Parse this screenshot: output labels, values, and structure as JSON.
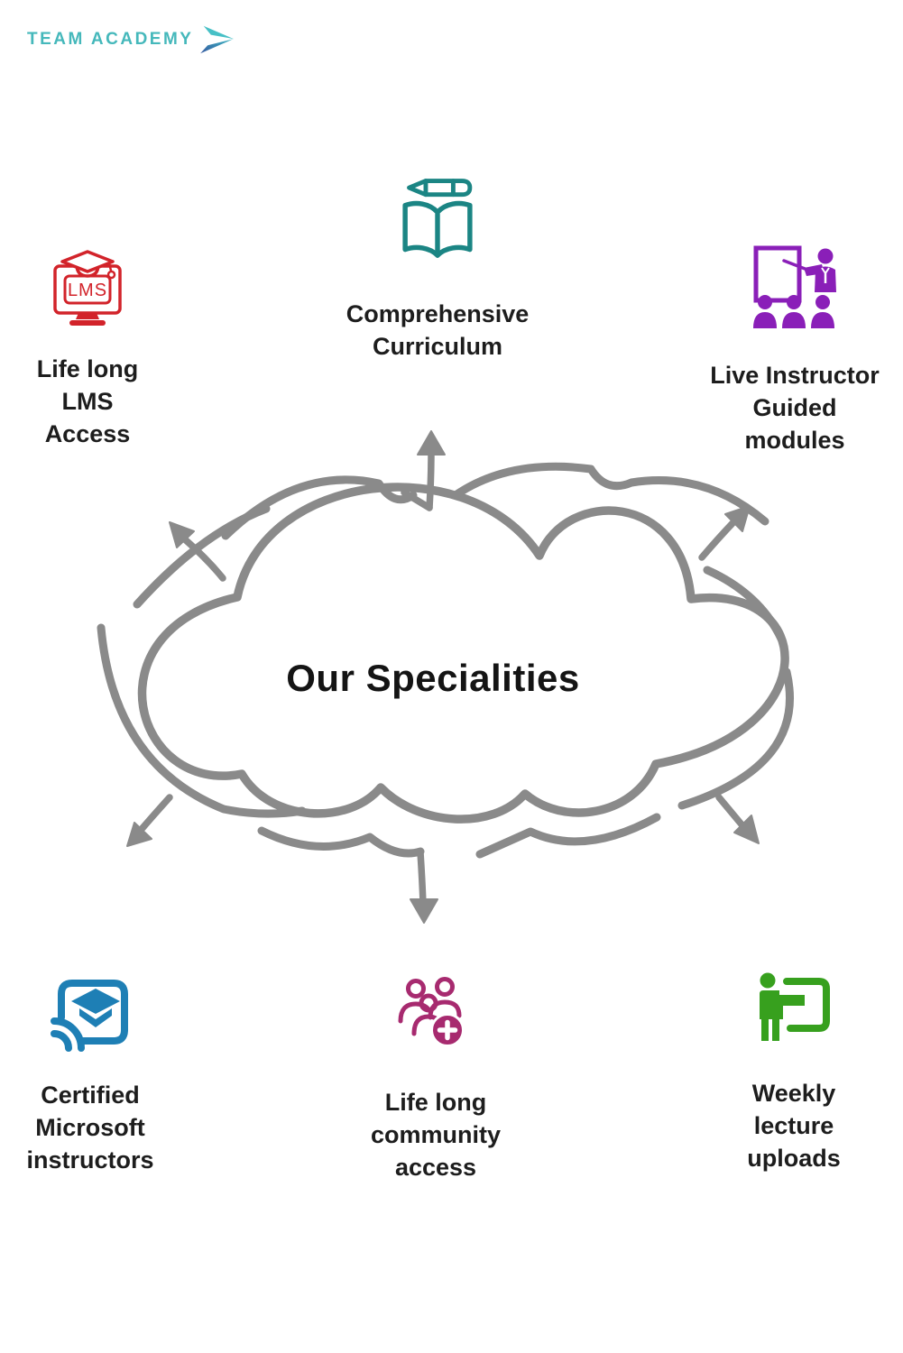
{
  "logo": {
    "text": "TEAM ACADEMY",
    "color": "#45b8bb",
    "arrow_colors": {
      "top": "#47c0c6",
      "bottom": "#34579f"
    }
  },
  "cloud": {
    "title": "Our Specialities",
    "stroke_color": "#8a8a8a",
    "title_color": "#141414",
    "arrow_directions": [
      "up-left",
      "up",
      "up-right",
      "down-left",
      "down",
      "down-right"
    ]
  },
  "features": [
    {
      "id": "lms-access",
      "icon": "lms-monitor-graduation-icon",
      "color": "#d2232a",
      "icon_text": "LMS",
      "lines": [
        "Life long",
        "LMS",
        "Access"
      ]
    },
    {
      "id": "comprehensive-curriculum",
      "icon": "open-book-pencil-icon",
      "color": "#1b8584",
      "lines": [
        "Comprehensive",
        "Curriculum"
      ]
    },
    {
      "id": "live-instructor-modules",
      "icon": "presenter-whiteboard-audience-icon",
      "color": "#8a1fb8",
      "lines": [
        "Live Instructor",
        "Guided",
        "modules"
      ]
    },
    {
      "id": "certified-microsoft",
      "icon": "graduation-cast-icon",
      "color": "#1e7fb5",
      "lines": [
        "Certified",
        "Microsoft",
        "instructors"
      ]
    },
    {
      "id": "community-access",
      "icon": "community-add-icon",
      "color": "#a72a6f",
      "lines": [
        "Life long",
        "community",
        "access"
      ]
    },
    {
      "id": "weekly-uploads",
      "icon": "lecturer-board-icon",
      "color": "#37a01e",
      "lines": [
        "Weekly",
        "lecture",
        "uploads"
      ]
    }
  ]
}
